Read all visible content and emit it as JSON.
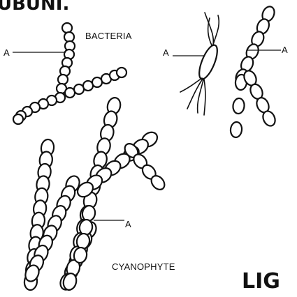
{
  "header_fragment": "UBUNI.",
  "bacteria": {
    "title": "BACTERIA",
    "pointer_label": "A"
  },
  "middle": {
    "pointer_label": "A"
  },
  "right": {
    "pointer_label": "A"
  },
  "cyanophyte": {
    "title": "CYANOPHYTE",
    "pointer_label": "A"
  },
  "corner_fragment": "LIG",
  "colors": {
    "ink": "#111111",
    "paper": "#ffffff"
  }
}
